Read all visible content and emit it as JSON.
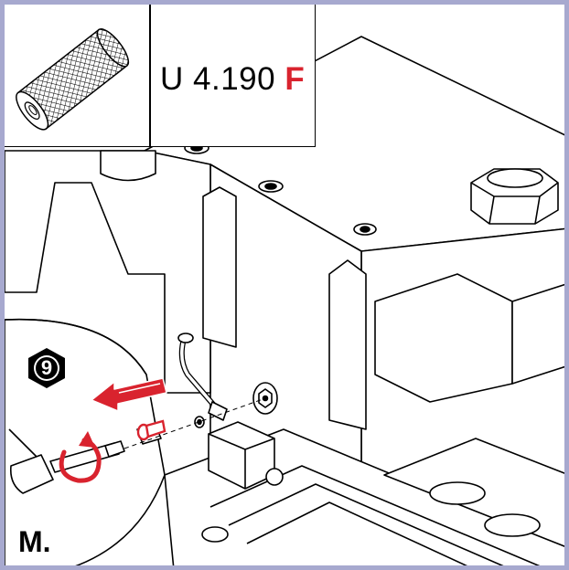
{
  "inset": {
    "tool_icon": "knurled-sleeve-icon",
    "part_code": "U 4.190",
    "part_code_suffix": "F"
  },
  "step": {
    "number": "9"
  },
  "section_label": "M.",
  "colors": {
    "frame": "#a7a9cf",
    "accent": "#d9232e",
    "line": "#000000"
  }
}
